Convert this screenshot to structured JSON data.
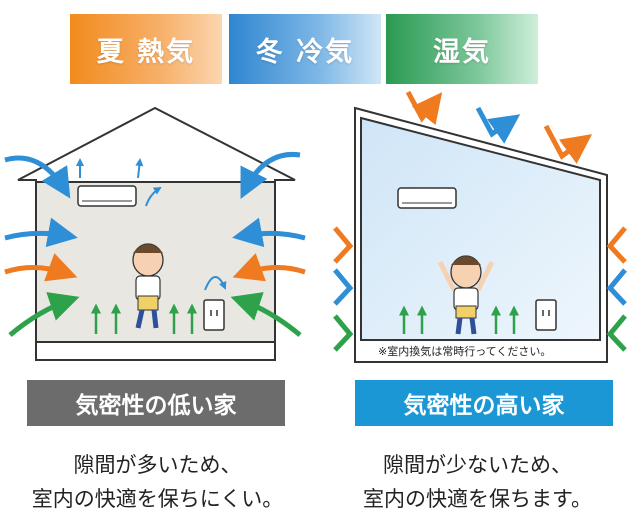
{
  "tags": [
    {
      "label": "夏 熱気",
      "color": "#f28b1d"
    },
    {
      "label": "冬 冷気",
      "color": "#2f86d0"
    },
    {
      "label": "湿気",
      "color": "#2a9a52"
    }
  ],
  "left_house": {
    "title": "気密性の低い家",
    "desc_line1": "隙間が多いため、",
    "desc_line2": "室内の快適を保ちにくい。"
  },
  "right_house": {
    "title": "気密性の高い家",
    "desc_line1": "隙間が少ないため、",
    "desc_line2": "室内の快適を保ちます。",
    "note": "※室内換気は常時行ってください。"
  },
  "colors": {
    "heat": "#f07a1f",
    "cold": "#2f8fd6",
    "humid": "#2ea24a",
    "band_low": "#6c6c6c",
    "band_high": "#1b97d5"
  }
}
